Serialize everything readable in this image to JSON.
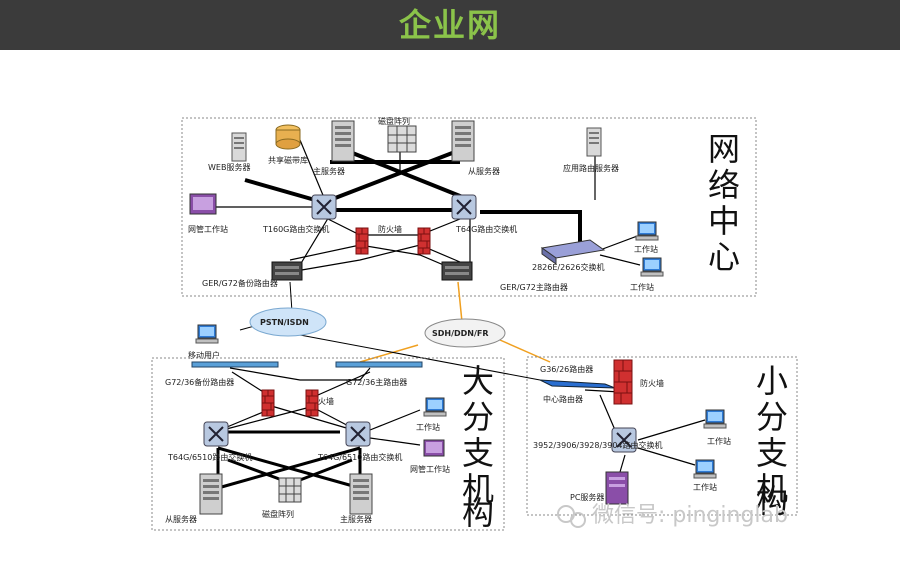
{
  "header": {
    "title": "企业网"
  },
  "network_center": {
    "side_label": [
      "网",
      "络",
      "中",
      "心"
    ],
    "web_server": "WEB服务器",
    "shared_tape": "共享磁带库",
    "disk_array": "磁盘阵列",
    "master_server": "主服务器",
    "slave_server": "从服务器",
    "app_router_server": "应用路由服务器",
    "mgmt_workstation": "网管工作站",
    "router_switch_left": "T160G路由交换机",
    "router_switch_right": "T64G路由交换机",
    "firewall": "防火墙",
    "backup_router": "GER/G72备份路由器",
    "main_router": "GER/G72主路由器",
    "access_switch": "2826E/2626交换机",
    "workstation_1": "工作站",
    "workstation_2": "工作站"
  },
  "clouds": {
    "pstn": "PSTN/ISDN",
    "sdh": "SDH/DDN/FR"
  },
  "mobile_user": "移动用户",
  "branch_large": {
    "side_label": [
      "大",
      "分",
      "支",
      "机",
      "构"
    ],
    "backup_router": "G72/36备份路由器",
    "main_router": "G72/36主路由器",
    "firewall": "火墙",
    "switch_left": "T64G/6510路由交换机",
    "switch_right": "T64G/6510路由交换机",
    "workstation": "工作站",
    "mgmt_workstation": "网管工作站",
    "slave_server": "从服务器",
    "disk_array": "磁盘阵列",
    "master_server": "主服务器"
  },
  "branch_small": {
    "side_label": [
      "小",
      "分",
      "支",
      "机",
      "构"
    ],
    "router_top": "G36/26路由器",
    "center_router": "中心路由器",
    "firewall": "防火墙",
    "switch": "3952/3906/3928/3904路由交换机",
    "workstation_1": "工作站",
    "workstation_2": "工作站",
    "pc_server": "PC服务器"
  },
  "watermark": "微信号: pinginglab"
}
